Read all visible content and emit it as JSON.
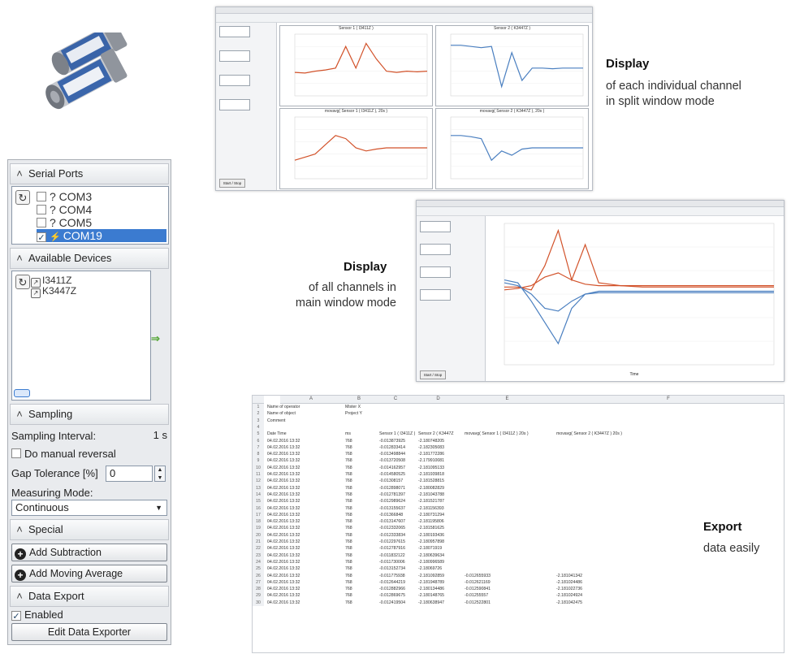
{
  "panel": {
    "serial_ports": {
      "title": "Serial Ports",
      "ports": [
        {
          "label": "? COM3",
          "checked": false
        },
        {
          "label": "? COM4",
          "checked": false
        },
        {
          "label": "? COM5",
          "checked": false
        },
        {
          "label": "COM19",
          "checked": true,
          "selected": true
        }
      ]
    },
    "available_devices": {
      "title": "Available Devices",
      "devices": [
        "I3411Z",
        "K3447Z"
      ]
    },
    "sampling": {
      "title": "Sampling",
      "interval_label": "Sampling Interval:",
      "interval_value": "1 s",
      "manual_reversal_label": "Do manual reversal",
      "gap_tolerance_label": "Gap Tolerance [%]",
      "gap_tolerance_value": "0",
      "measuring_mode_label": "Measuring Mode:",
      "measuring_mode_value": "Continuous"
    },
    "special": {
      "title": "Special",
      "add_subtraction": "Add Subtraction",
      "add_moving_average": "Add Moving Average"
    },
    "data_export": {
      "title": "Data Export",
      "enabled_label": "Enabled",
      "edit_button": "Edit Data Exporter"
    }
  },
  "captions": {
    "split": {
      "title": "Display",
      "text1": "of each individual channel",
      "text2": "in split window mode"
    },
    "main": {
      "title": "Display",
      "text1": "of all channels in",
      "text2": "main window mode"
    },
    "export": {
      "title": "Export",
      "text1": "data easily"
    }
  },
  "split_window": {
    "charts": [
      {
        "title": "Sensor 1 ( I3411Z )",
        "color": "#d2522a"
      },
      {
        "title": "Sensor 2 ( K3447Z )",
        "color": "#4a7fc0"
      },
      {
        "title": "movavg( Sensor 1 ( I3411Z ), 20s )",
        "color": "#d2522a"
      },
      {
        "title": "movavg( Sensor 2 ( K3447Z ), 20s )",
        "color": "#4a7fc0"
      }
    ],
    "start_stop": "Start / Stop"
  },
  "main_window": {
    "x_label": "Time",
    "start_stop": "Start / Stop"
  },
  "sheet": {
    "columns": [
      "A",
      "B",
      "C",
      "D",
      "E",
      "F"
    ],
    "meta": [
      {
        "label": "Name of operator",
        "value": "Mister X"
      },
      {
        "label": "Name of object",
        "value": "Project Y"
      },
      {
        "label": "Comment",
        "value": ""
      }
    ],
    "header": [
      "Date Time",
      "ms",
      "Sensor 1 ( I3411Z )",
      "Sensor 2 ( K3447Z",
      "movavg( Sensor 1 ( I3411Z ) 20s )",
      "movavg( Sensor 2 ( K3447Z ) 20s )"
    ],
    "rows": [
      [
        "04.02.2016 13:32",
        "768",
        "-0.013873925",
        "-2.180748205",
        "",
        ""
      ],
      [
        "04.02.2016 13:32",
        "768",
        "-0.012833414",
        "-2.182305083",
        "",
        ""
      ],
      [
        "04.02.2016 13:32",
        "768",
        "-0.013498844",
        "-2.181772286",
        "",
        ""
      ],
      [
        "04.02.2016 13:32",
        "768",
        "-0.013720508",
        "-2.179910081",
        "",
        ""
      ],
      [
        "04.02.2016 13:32",
        "768",
        "-0.014162957",
        "-2.181095133",
        "",
        ""
      ],
      [
        "04.02.2016 13:32",
        "768",
        "-0.014580525",
        "-2.181939818",
        "",
        ""
      ],
      [
        "04.02.2016 13:32",
        "768",
        "-0.01308157",
        "-2.181528815",
        "",
        ""
      ],
      [
        "04.02.2016 13:32",
        "768",
        "-0.012898071",
        "-2.180082829",
        "",
        ""
      ],
      [
        "04.02.2016 13:32",
        "768",
        "-0.012781397",
        "-2.181043788",
        "",
        ""
      ],
      [
        "04.02.2016 13:32",
        "768",
        "-0.012989624",
        "-2.181521787",
        "",
        ""
      ],
      [
        "04.02.2016 13:32",
        "768",
        "-0.013155637",
        "-2.181156393",
        "",
        ""
      ],
      [
        "04.02.2016 13:32",
        "768",
        "-0.01366848",
        "-2.180731294",
        "",
        ""
      ],
      [
        "04.02.2016 13:32",
        "768",
        "-0.013147607",
        "-2.181195806",
        "",
        ""
      ],
      [
        "04.02.2016 13:32",
        "768",
        "-0.012332065",
        "-2.181581625",
        "",
        ""
      ],
      [
        "04.02.2016 13:32",
        "768",
        "-0.012333834",
        "-2.180193436",
        "",
        ""
      ],
      [
        "04.02.2016 13:32",
        "768",
        "-0.012297615",
        "-2.180957898",
        "",
        ""
      ],
      [
        "04.02.2016 13:32",
        "768",
        "-0.012787916",
        "-2.18071919",
        "",
        ""
      ],
      [
        "04.02.2016 13:32",
        "768",
        "-0.011832122",
        "-2.180639634",
        "",
        ""
      ],
      [
        "04.02.2016 13:32",
        "768",
        "-0.011730006",
        "-2.180996589",
        "",
        ""
      ],
      [
        "04.02.2016 13:32",
        "768",
        "-0.013152734",
        "-2.18069726",
        "",
        ""
      ],
      [
        "04.02.2016 13:32",
        "768",
        "-0.011775938",
        "-2.181092859",
        "-0.012655933",
        "-2.181041342"
      ],
      [
        "04.02.2016 13:32",
        "768",
        "-0.012644219",
        "-2.181948789",
        "-0.012621169",
        "-2.181024486"
      ],
      [
        "04.02.2016 13:32",
        "768",
        "-0.012882966",
        "-2.180134486",
        "-0.012590841",
        "-2.181022736"
      ],
      [
        "04.02.2016 13:32",
        "768",
        "-0.012869675",
        "-2.180148765",
        "-0.01255557",
        "-2.181024924"
      ],
      [
        "04.02.2016 13:32",
        "768",
        "-0.012419504",
        "-2.180638947",
        "-0.012522801",
        "-2.181042475"
      ]
    ]
  }
}
